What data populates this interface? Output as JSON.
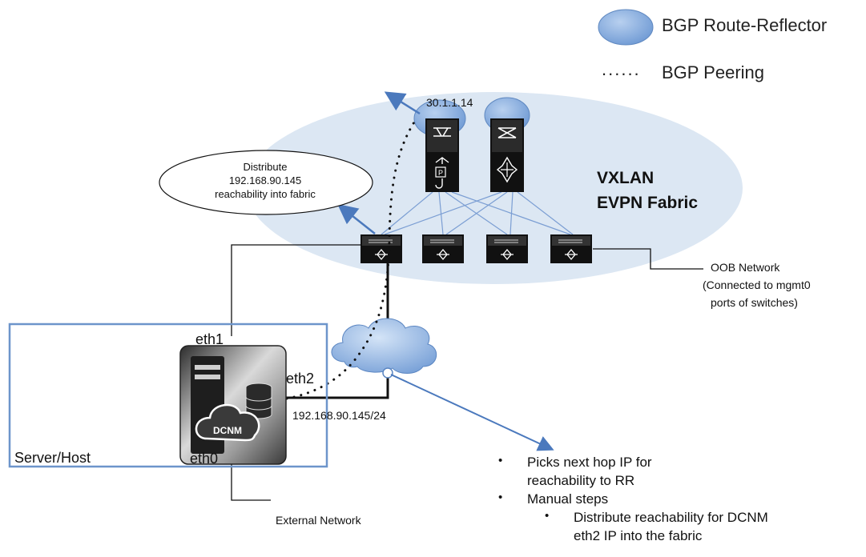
{
  "legend": {
    "route_reflector": "BGP Route-Reflector",
    "peering_dots": "......",
    "peering": "BGP Peering"
  },
  "fabric": {
    "title_line1": "VXLAN",
    "title_line2": "EVPN Fabric",
    "rr_ip": "30.1.1.14"
  },
  "callout": {
    "line1": "Distribute",
    "line2": "192.168.90.145",
    "line3": "reachability into fabric"
  },
  "oob": {
    "line1": "OOB Network",
    "line2": "(Connected to mgmt0",
    "line3": " ports of switches)"
  },
  "host": {
    "label": "Server/Host",
    "eth1": "eth1",
    "eth2": "eth2",
    "eth0": "eth0",
    "app_name": "DCNM",
    "eth2_ip": "192.168.90.145/24"
  },
  "external_network": "External Network",
  "notes": [
    {
      "level": 1,
      "lines": [
        "Picks next hop IP for",
        "reachability to RR"
      ]
    },
    {
      "level": 1,
      "lines": [
        "Manual steps"
      ]
    },
    {
      "level": 2,
      "lines": [
        "Distribute reachability for DCNM",
        "eth2 IP into the fabric"
      ]
    }
  ],
  "bullet_glyph": "•",
  "colors": {
    "fabric_fill": "#dce7f3",
    "rr_blue": "#7fa8dc",
    "box_blue": "#6d95cb",
    "arrow_blue": "#4b79bd",
    "link_blue": "#7b9ed3"
  }
}
